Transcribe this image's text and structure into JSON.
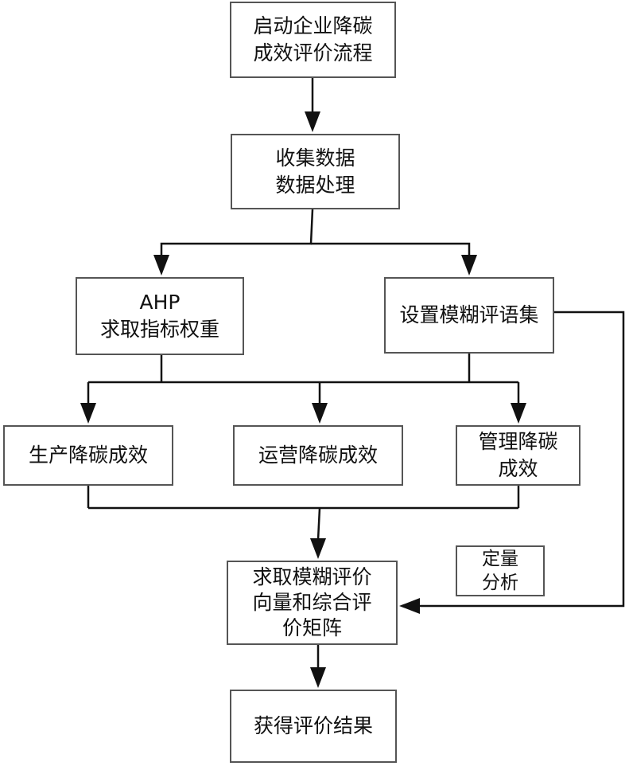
{
  "nodes": {
    "start": [
      "启动企业降碳",
      "成效评价流程"
    ],
    "collect": [
      "收集数据",
      "数据处理"
    ],
    "ahp": [
      "AHP",
      "求取指标权重"
    ],
    "fuzzy_set": [
      "设置模糊评语集"
    ],
    "production": [
      "生产降碳成效"
    ],
    "operation": [
      "运营降碳成效"
    ],
    "management": [
      "管理降碳",
      "成效"
    ],
    "fuzzy_eval": [
      "求取模糊评价",
      "向量和综合评",
      "价矩阵"
    ],
    "result": [
      "获得评价结果"
    ]
  },
  "annotation": [
    "定量",
    "分析"
  ]
}
